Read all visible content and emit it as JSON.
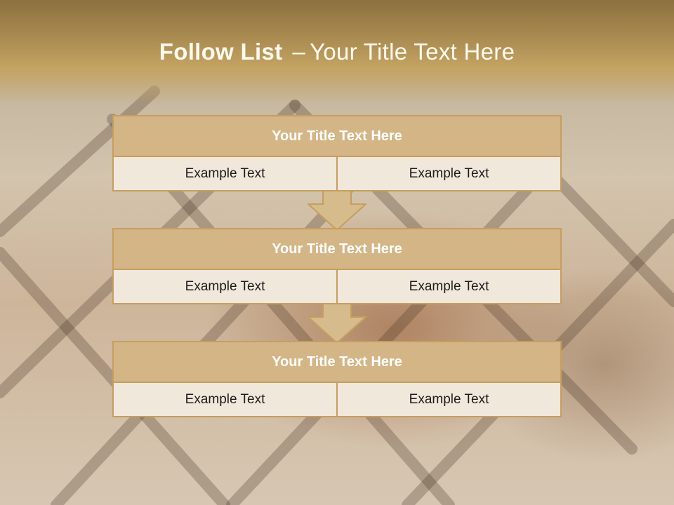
{
  "slide": {
    "title_bold": "Follow List",
    "title_separator": "–",
    "title_rest": "Your Title Text Here"
  },
  "steps": [
    {
      "title": "Your Title Text Here",
      "left": "Example Text",
      "right": "Example Text"
    },
    {
      "title": "Your Title Text Here",
      "left": "Example Text",
      "right": "Example Text"
    },
    {
      "title": "Your Title Text Here",
      "left": "Example Text",
      "right": "Example Text"
    }
  ],
  "colors": {
    "accent": "#c69e5e",
    "header_fill": "#d3b586",
    "cell_fill": "#f1e6d8"
  }
}
